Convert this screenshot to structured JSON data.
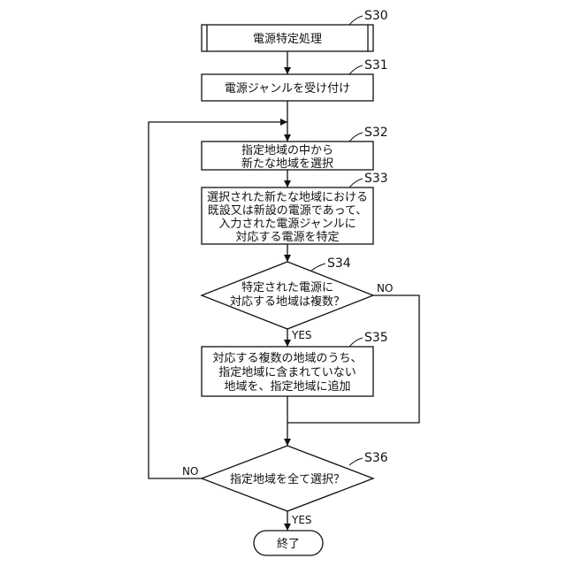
{
  "steps": {
    "s30": {
      "id": "S30",
      "text": [
        "電源特定処理"
      ]
    },
    "s31": {
      "id": "S31",
      "text": [
        "電源ジャンルを受け付け"
      ]
    },
    "s32": {
      "id": "S32",
      "text": [
        "指定地域の中から",
        "新たな地域を選択"
      ]
    },
    "s33": {
      "id": "S33",
      "text": [
        "選択された新たな地域における",
        "既設又は新設の電源であって、",
        "入力された電源ジャンルに",
        "対応する電源を特定"
      ]
    },
    "s34": {
      "id": "S34",
      "text": [
        "特定された電源に",
        "対応する地域は複数？"
      ]
    },
    "s35": {
      "id": "S35",
      "text": [
        "対応する複数の地域のうち、",
        "指定地域に含まれていない",
        "地域を、指定地域に追加"
      ]
    },
    "s36": {
      "id": "S36",
      "text": [
        "指定地域を全て選択？"
      ]
    },
    "end": {
      "text": [
        "終了"
      ]
    }
  },
  "branch_labels": {
    "s34_yes": "YES",
    "s34_no": "NO",
    "s36_yes": "YES",
    "s36_no": "NO"
  }
}
